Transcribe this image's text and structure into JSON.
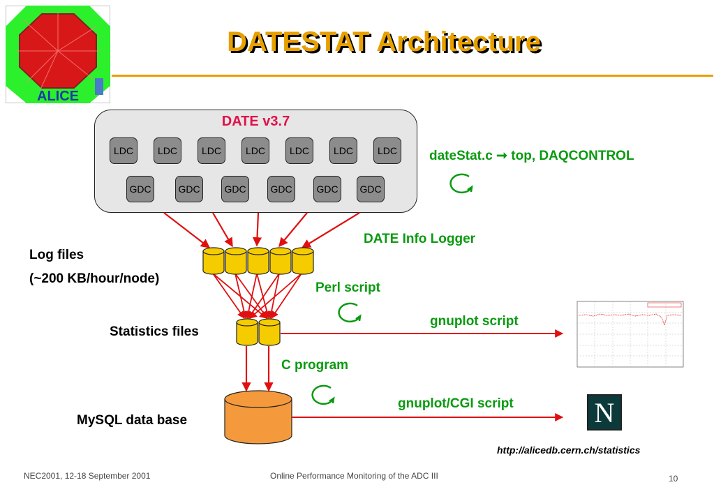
{
  "slide": {
    "title": "DATESTAT Architecture",
    "logo_text": "ALICE"
  },
  "date_system": {
    "label": "DATE v3.7",
    "ldc_nodes": [
      "LDC",
      "LDC",
      "LDC",
      "LDC",
      "LDC",
      "LDC",
      "LDC"
    ],
    "gdc_nodes": [
      "GDC",
      "GDC",
      "GDC",
      "GDC",
      "GDC",
      "GDC"
    ]
  },
  "labels": {
    "datestat_prefix": "dateStat.c",
    "arrow_glyph": "➞",
    "datestat_suffix": "top, DAQCONTROL",
    "info_logger": "DATE Info Logger",
    "log_files": "Log files",
    "log_rate": "(~200 KB/hour/node)",
    "perl_script": "Perl script",
    "statistics_files": "Statistics files",
    "gnuplot_script": "gnuplot script",
    "c_program": "C program",
    "gnuplot_cgi": "gnuplot/CGI script",
    "mysql": "MySQL data base",
    "url": "http://alicedb.cern.ch/statistics",
    "netscape_letter": "N"
  },
  "footer": {
    "left": "NEC2001, 12-18 September 2001",
    "center": "Online Performance Monitoring of the ADC III",
    "page": "10"
  },
  "colors": {
    "title": "#e8a000",
    "date_label": "#e0114a",
    "green_labels": "#0a9a10",
    "arrows": "#e01010",
    "disks": "#f5cc00",
    "database": "#f59a3c"
  }
}
